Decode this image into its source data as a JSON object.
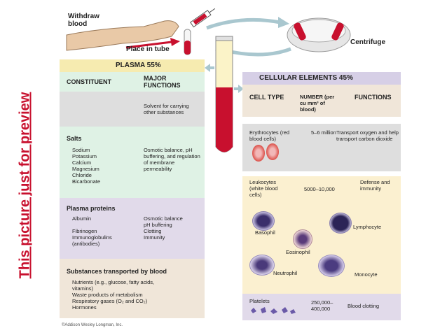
{
  "top": {
    "withdraw": "Withdraw blood",
    "place": "Place in tube",
    "centrifuge": "Centrifuge"
  },
  "plasma": {
    "title": "PLASMA 55%",
    "col_constituent": "CONSTITUENT",
    "col_functions": "MAJOR FUNCTIONS",
    "water": {
      "function": "Solvent for carrying other substances"
    },
    "salts": {
      "heading": "Salts",
      "items": [
        "Sodium",
        "Potassium",
        "Calcium",
        "Magnesium",
        "Chloride",
        "Bicarbonate"
      ],
      "function": "Osmotic balance, pH buffering, and regulation of membrane permeability"
    },
    "proteins": {
      "heading": "Plasma proteins",
      "items": [
        "Albumin",
        "Fibrinogen",
        "Immunoglobulins (antibodies)"
      ],
      "functions": [
        "Osmotic balance",
        "pH buffering",
        "Clotting",
        "Immunity"
      ]
    },
    "transported": {
      "heading": "Substances transported by blood",
      "items": [
        "Nutrients (e.g., glucose, fatty acids, vitamins)",
        "Waste products of metabolism",
        "Respiratory gases (O₂ and CO₂)",
        "Hormones"
      ]
    }
  },
  "cells": {
    "title": "CELLULAR ELEMENTS 45%",
    "col_type": "CELL TYPE",
    "col_number": "NUMBER (per cu mm³ of blood)",
    "col_functions": "FUNCTIONS",
    "erythrocytes": {
      "name": "Erythrocytes (red blood cells)",
      "number": "5–6 million",
      "function": "Transport oxygen and help transport carbon dioxide"
    },
    "leukocytes": {
      "name": "Leukocytes (white blood cells)",
      "number": "5000–10,000",
      "function": "Defense and immunity",
      "types": {
        "basophil": "Basophil",
        "lymphocyte": "Lymphocyte",
        "eosinophil": "Eosinophil",
        "neutrophil": "Neutrophil",
        "monocyte": "Monocyte"
      }
    },
    "platelets": {
      "name": "Platelets",
      "number": "250,000– 400,000",
      "function": "Blood clotting"
    }
  },
  "copyright": "©Addison Wesley Longman, Inc.",
  "watermark": "This picture just for preview",
  "colors": {
    "blood": "#c8102e",
    "watermark": "#c8102e",
    "arrow": "#a9c7cf"
  }
}
